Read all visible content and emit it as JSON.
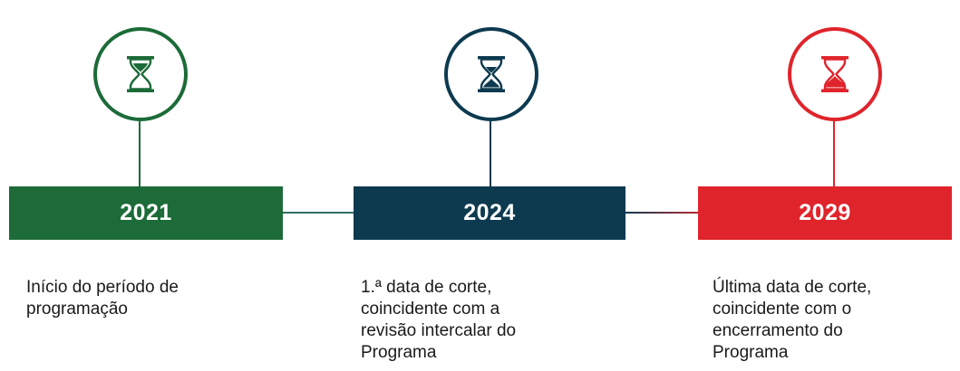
{
  "timeline": {
    "milestones": [
      {
        "year": "2021",
        "desc_lines": [
          "Início do período de",
          "programação"
        ],
        "color": "#1c6b38",
        "icon": "hourglass-icon"
      },
      {
        "year": "2024",
        "desc_lines": [
          "1.ª data de corte,",
          "coincidente com a",
          "revisão intercalar do",
          "Programa"
        ],
        "color": "#0d3a4f",
        "icon": "hourglass-icon"
      },
      {
        "year": "2029",
        "desc_lines": [
          "Última data de corte,",
          "coincidente com o",
          "encerramento do",
          "Programa"
        ],
        "color": "#e0242c",
        "icon": "hourglass-icon"
      }
    ]
  }
}
